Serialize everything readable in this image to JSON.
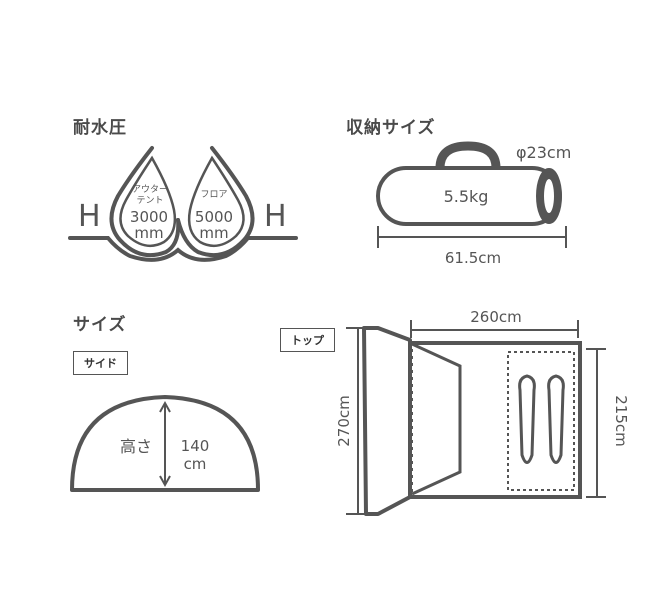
{
  "sections": {
    "water": {
      "title": "耐水圧",
      "h_left": "H",
      "h_right": "H",
      "outer_label_1": "アウター",
      "outer_label_2": "テント",
      "outer_value": "3000",
      "outer_unit": "mm",
      "floor_label": "フロア",
      "floor_value": "5000",
      "floor_unit": "mm"
    },
    "storage": {
      "title": "収納サイズ",
      "diameter": "φ23cm",
      "weight": "5.5kg",
      "length": "61.5cm"
    },
    "size": {
      "title": "サイズ",
      "side_tag": "サイド",
      "height_label": "高さ",
      "height_value": "140",
      "height_unit": "cm",
      "top_tag": "トップ",
      "width_top": "260cm",
      "depth_left": "270cm",
      "depth_right": "215cm"
    }
  }
}
